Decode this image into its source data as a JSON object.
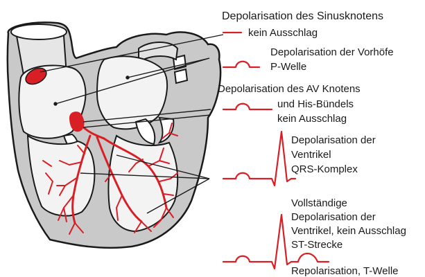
{
  "labels": {
    "sa_title": "Depolarisation des Sinusknotens",
    "sa_effect": "kein Ausschlag",
    "atria_title": "Depolarisation der Vorhöfe",
    "atria_wave": "P-Welle",
    "av_title": "Depolarisation des AV Knotens",
    "av_title2": "und His-Bündels",
    "av_effect": "kein Ausschlag",
    "vent_title": "Depolarisation der",
    "vent_title2": "Ventrikel",
    "vent_wave": "QRS-Komplex",
    "full_title": "Vollständige",
    "full_title2": "Depolarisation der",
    "full_title3": "Ventrikel, kein Ausschlag",
    "full_segment": "ST-Strecke",
    "repol": "Repolarisation, T-Welle"
  },
  "colors": {
    "conduction": "#d91f26",
    "outline": "#1a1a1a",
    "wall": "#d2d2d2",
    "chamber": "#f2f2f2",
    "text": "#1a1a1a"
  },
  "icons": [
    "heart-illustration",
    "sinus-node",
    "av-node",
    "conduction-system",
    "ecg-trace"
  ]
}
